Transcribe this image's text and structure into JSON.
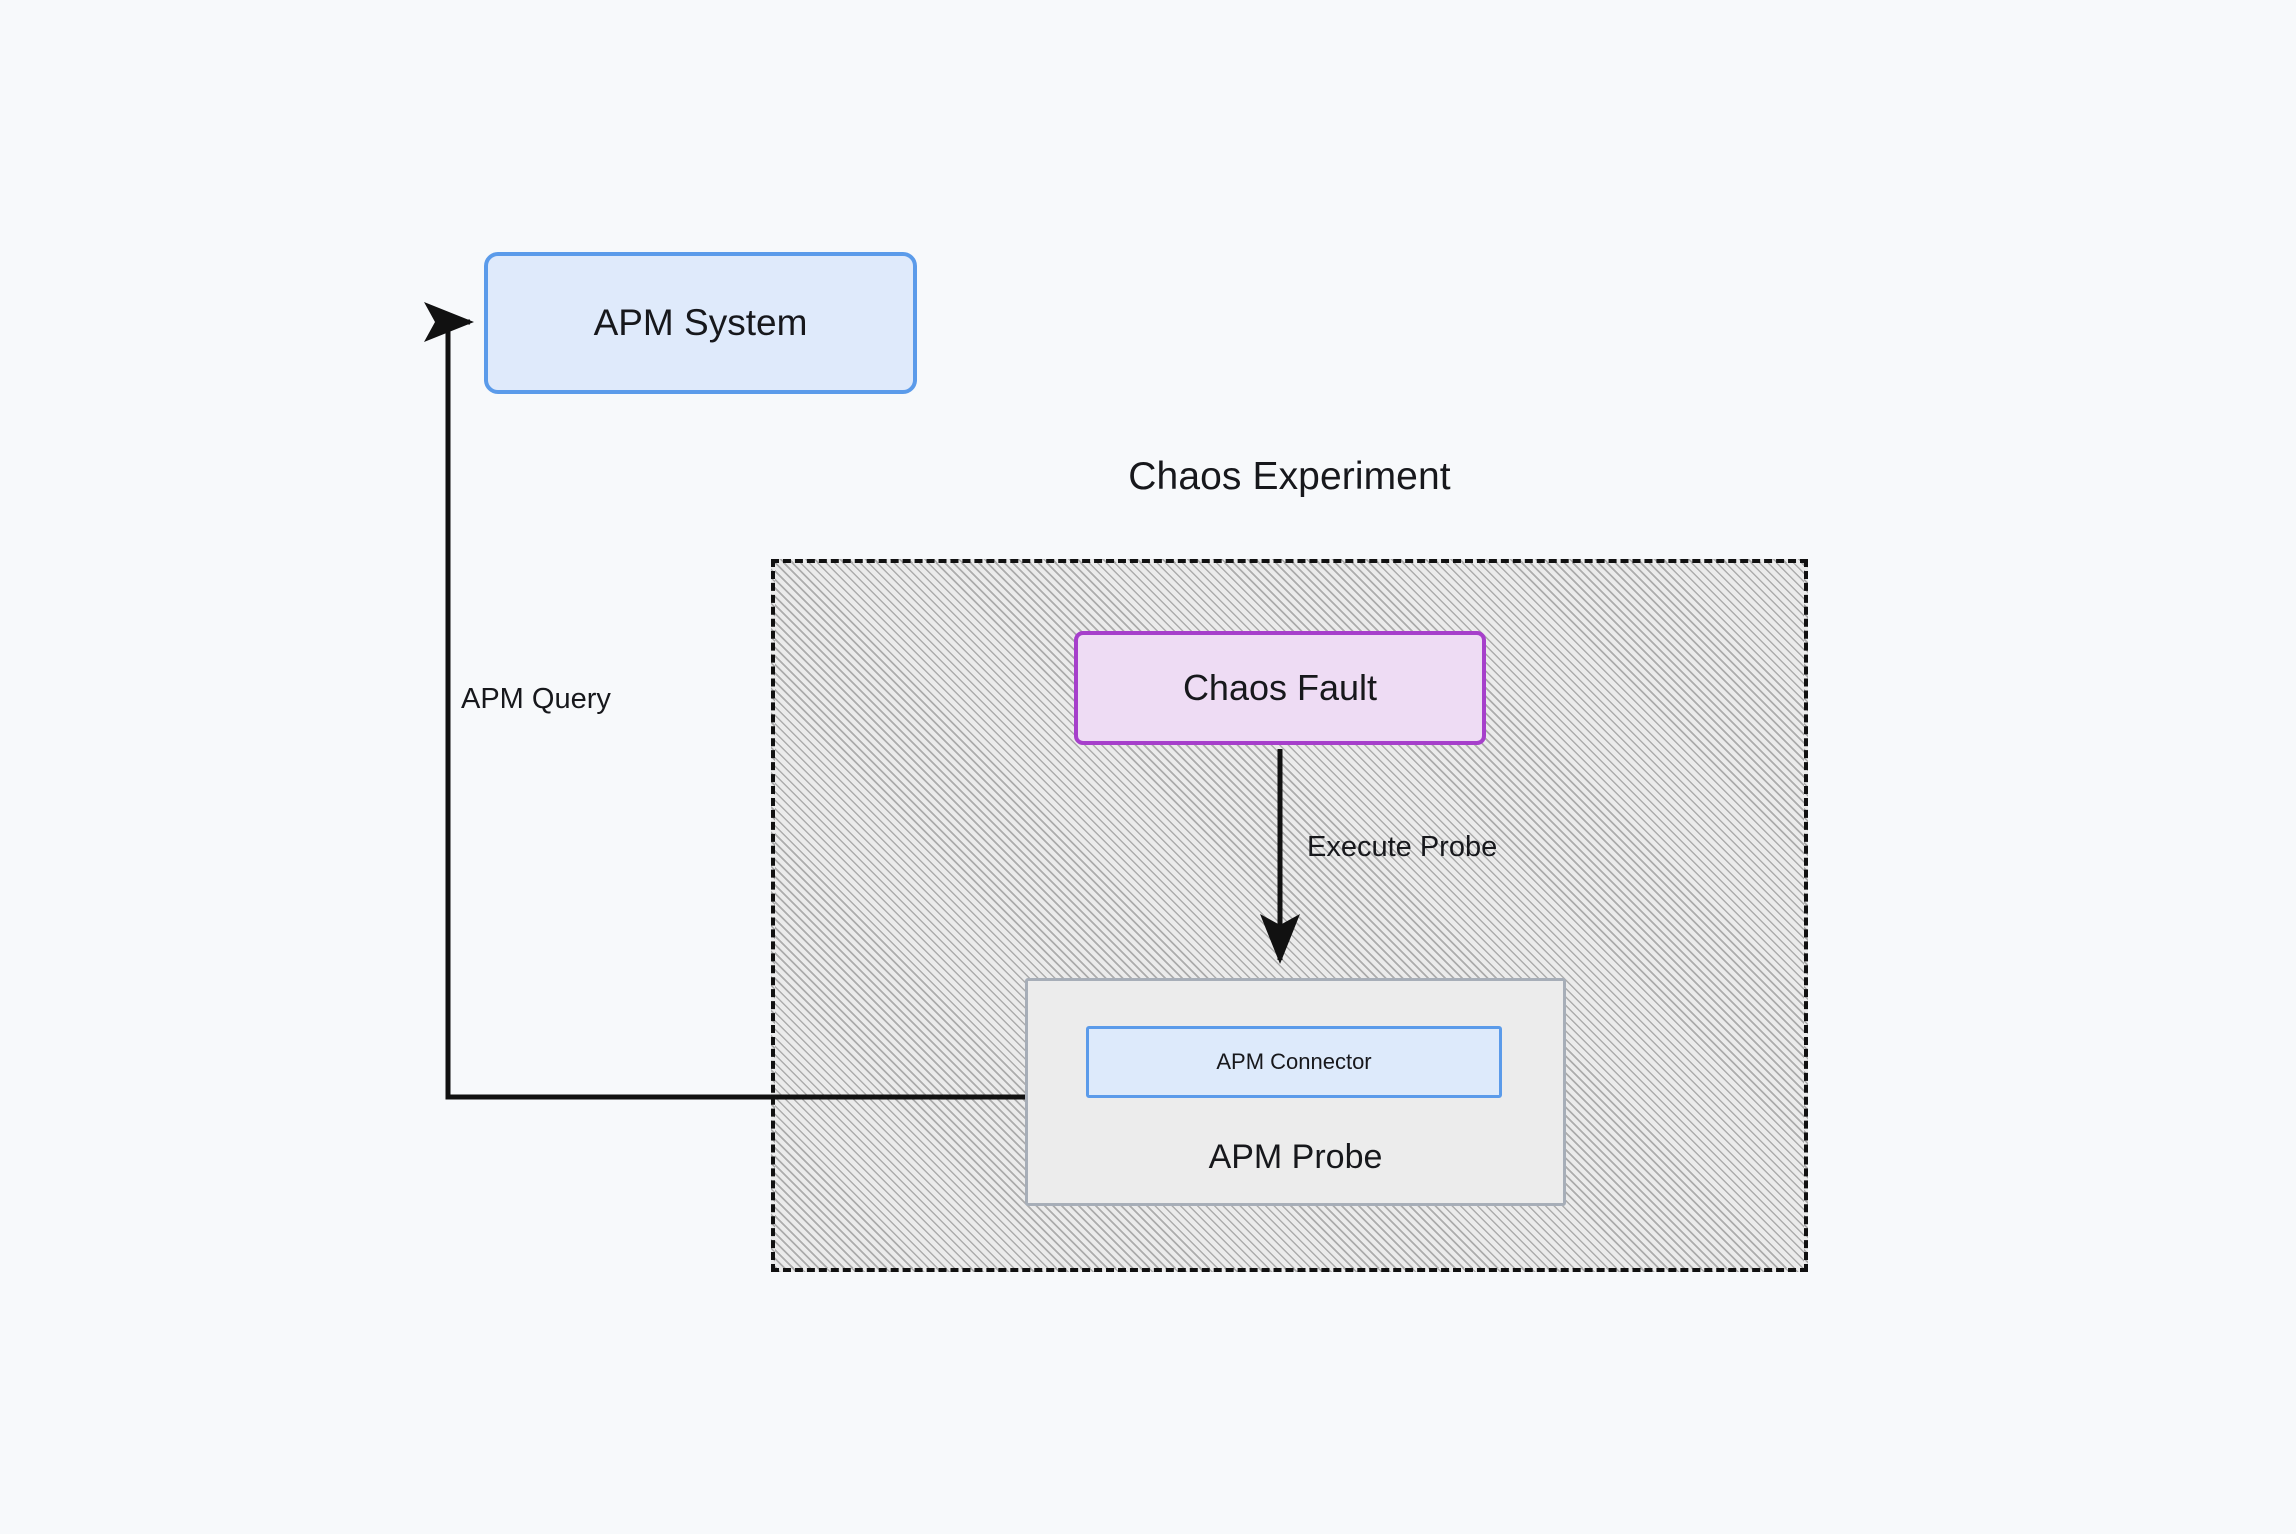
{
  "diagram": {
    "background_color": "#f7f9fb",
    "cluster": {
      "title": "Chaos Experiment",
      "border_style": "dashed",
      "border_color": "#111111",
      "fill": "hatched-gray"
    },
    "nodes": [
      {
        "id": "apm-system",
        "label": "APM System",
        "fill": "#dfeafb",
        "stroke": "#5b9bea",
        "shape": "rounded-rectangle"
      },
      {
        "id": "chaos-fault",
        "label": "Chaos Fault",
        "fill": "#eedcf4",
        "stroke": "#a63fcb",
        "shape": "rounded-rectangle"
      },
      {
        "id": "apm-probe",
        "label": "APM Probe",
        "fill": "#ececec",
        "stroke": "#a7aeb8",
        "shape": "rectangle"
      },
      {
        "id": "apm-connector",
        "label": "APM Connector",
        "fill": "#ddeafb",
        "stroke": "#5b9bea",
        "shape": "rectangle"
      }
    ],
    "edges": [
      {
        "id": "execute-probe",
        "label": "Execute Probe",
        "from": "chaos-fault",
        "to": "apm-probe",
        "arrow": "down",
        "color": "#111111"
      },
      {
        "id": "apm-query",
        "label": "APM Query",
        "from": "apm-probe",
        "to": "apm-system",
        "arrow": "right",
        "color": "#111111"
      }
    ]
  }
}
